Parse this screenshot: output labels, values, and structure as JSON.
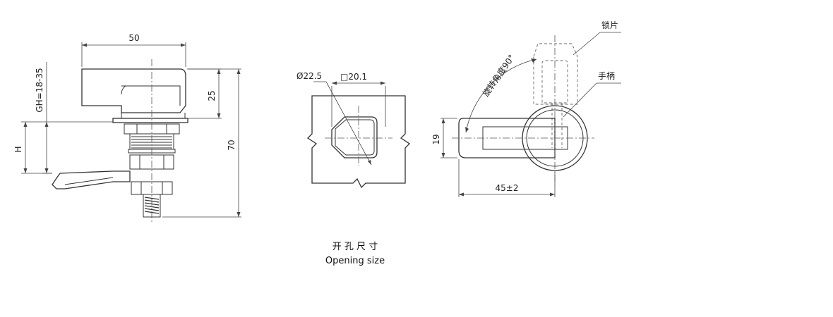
{
  "side_view": {
    "dim_width": "50",
    "dim_handle_height": "25",
    "dim_total_height": "70",
    "dim_grip": "GH=18-35",
    "dim_h": "H"
  },
  "cutout": {
    "dim_diameter": "Ø22.5",
    "dim_square": "□20.1",
    "caption_cn": "开 孔 尺 寸",
    "caption_en": "Opening size"
  },
  "rotation_view": {
    "rotation_label": "旋转角度90°",
    "label_latch": "锁片",
    "label_handle": "手柄",
    "dim_height": "19",
    "dim_length": "45±2"
  }
}
